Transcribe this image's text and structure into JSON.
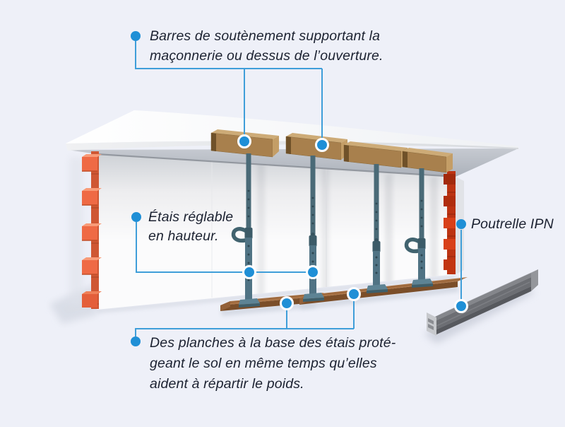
{
  "palette": {
    "background": "#eef0f8",
    "accent_blue": "#1f8fd6",
    "callout_line_blue": "#3f9ed9",
    "text_color": "#1c2231",
    "brick_orange": "#ef6a45",
    "brick_red": "#c23512",
    "wood_brown": "#a8804d",
    "prop_teal": "#4e7380",
    "steel_grey": "#6c6e73",
    "wall_white": "#f4f4f6"
  },
  "callouts": {
    "support_bars": {
      "lines": [
        "Barres de soutènement supportant la",
        "maçonnerie ou dessus de l’ouverture."
      ]
    },
    "adjustable_props": {
      "lines": [
        "Étais réglable",
        "en hauteur."
      ]
    },
    "ipn_beam": {
      "lines": [
        "Poutrelle IPN"
      ]
    },
    "base_planks": {
      "lines": [
        "Des planches à la base des étais proté-",
        "geant le sol en même temps qu’elles",
        "aident à répartir le poids."
      ]
    }
  }
}
